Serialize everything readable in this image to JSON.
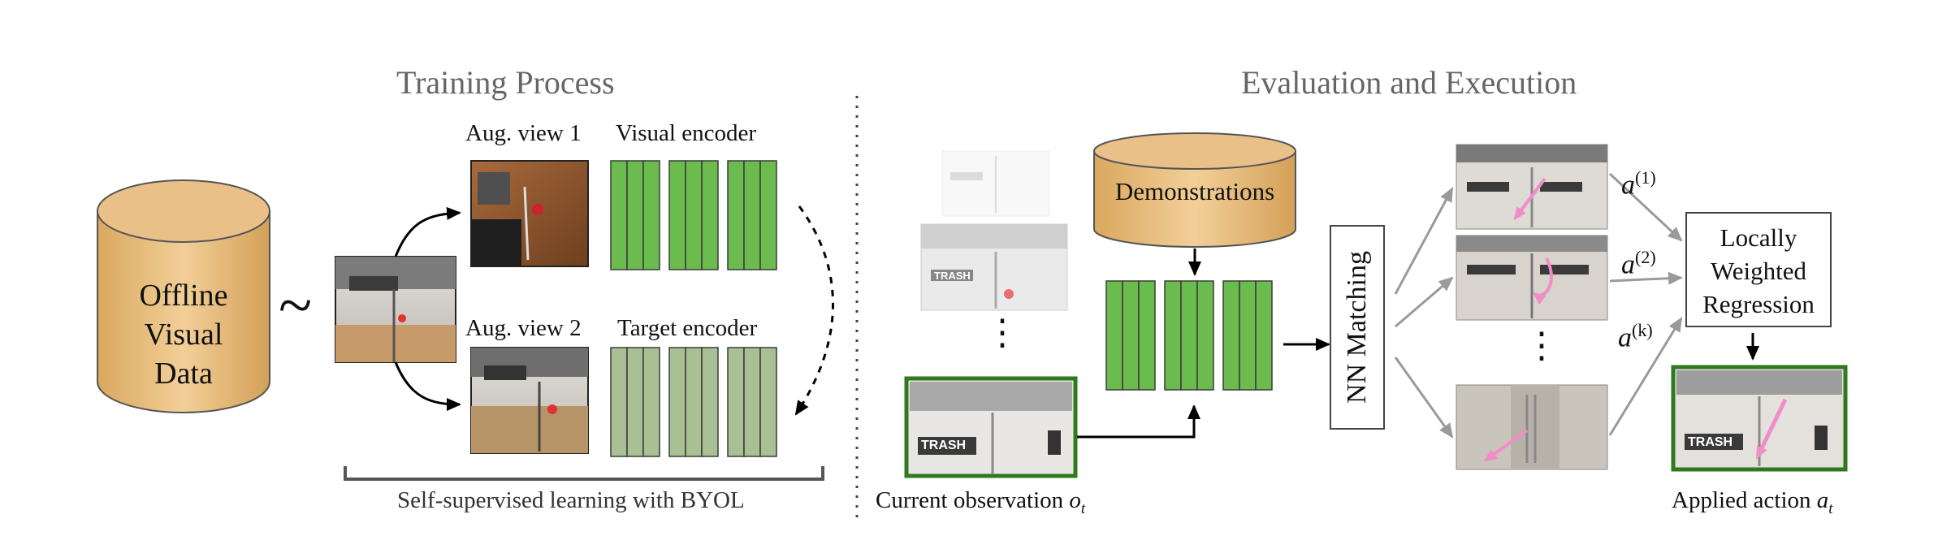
{
  "training": {
    "title": "Training Process",
    "dataset_label_lines": [
      "Offline",
      "Visual",
      "Data"
    ],
    "sampling_symbol": "~",
    "aug_view_1": "Aug. view 1",
    "aug_view_2": "Aug. view 2",
    "visual_encoder": "Visual encoder",
    "target_encoder": "Target encoder",
    "bracket_caption": "Self-supervised learning with BYOL"
  },
  "evaluation": {
    "title": "Evaluation and Execution",
    "demonstrations": "Demonstrations",
    "nn_matching": "NN Matching",
    "regression_lines": [
      "Locally",
      "Weighted",
      "Regression"
    ],
    "current_observation": "Current observation",
    "current_observation_symbol": "o",
    "current_observation_sub": "t",
    "applied_action": "Applied action",
    "applied_action_symbol": "a",
    "applied_action_sub": "t",
    "neighbor_actions": [
      {
        "symbol": "a",
        "superscript": "(1)"
      },
      {
        "symbol": "a",
        "superscript": "(2)"
      },
      {
        "symbol": "a",
        "superscript": "(k)"
      }
    ],
    "ellipsis": "⋮",
    "trash_sign": "TRASH"
  },
  "colors": {
    "cylinder_fill": "#e8bd80",
    "encoder_fill": "#6cbb4f",
    "target_fill": "#a9bf94",
    "highlight_border": "#2e7a1f",
    "pink_arrow": "#f08cc8",
    "gray_arrow": "#9a9a9a"
  }
}
